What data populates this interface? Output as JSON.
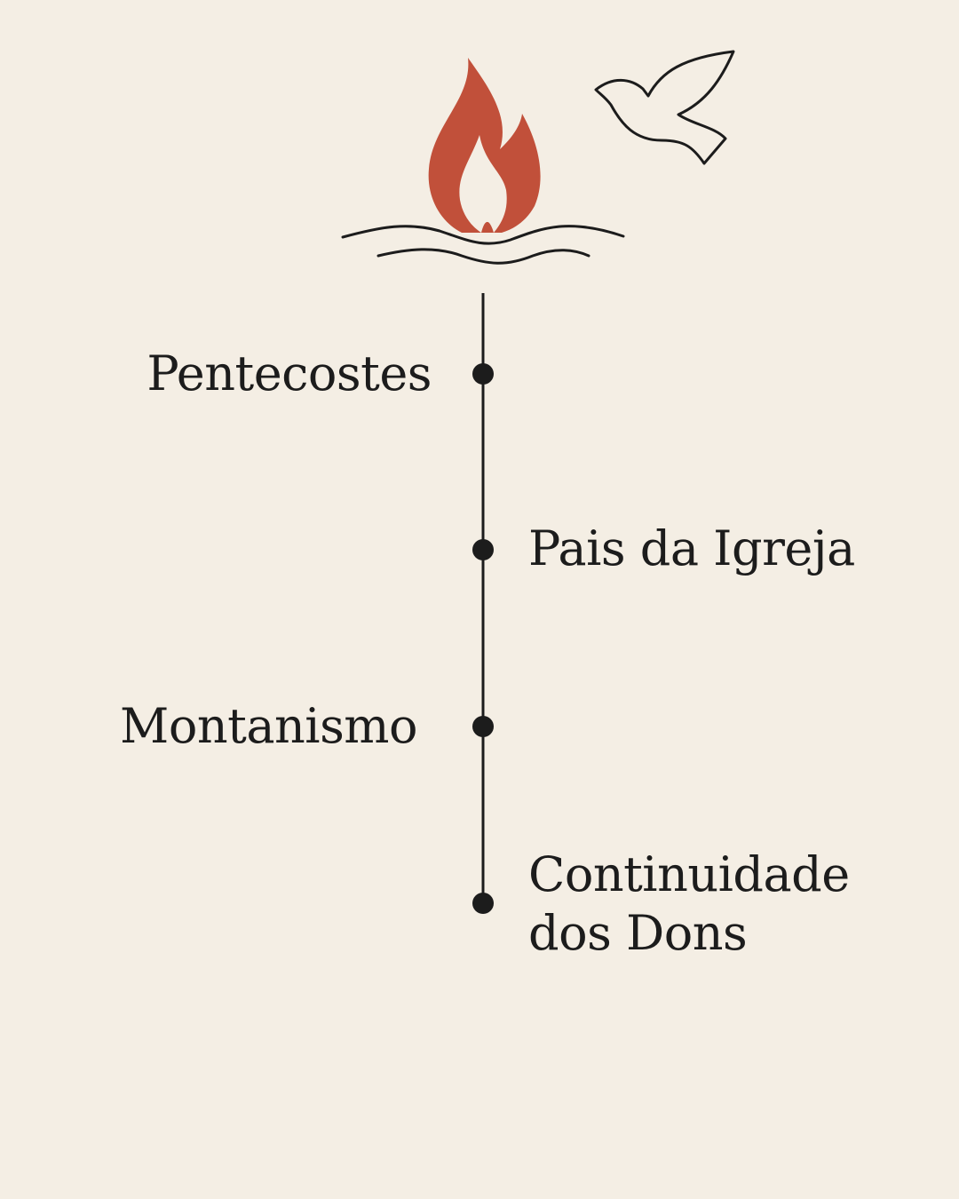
{
  "colors": {
    "background": "#F4EEE4",
    "flame": "#C1503A",
    "ink": "#1c1c1c"
  },
  "icons": [
    "flame-icon",
    "water-waves-icon",
    "dove-icon"
  ],
  "timeline": {
    "events": [
      {
        "label": "Pentecostes",
        "side": "left"
      },
      {
        "label": "Pais da Igreja",
        "side": "right"
      },
      {
        "label": "Montanismo",
        "side": "left"
      },
      {
        "label": "Continuidade dos Dons",
        "line1": "Continuidade",
        "line2": "dos Dons",
        "side": "right"
      }
    ]
  }
}
